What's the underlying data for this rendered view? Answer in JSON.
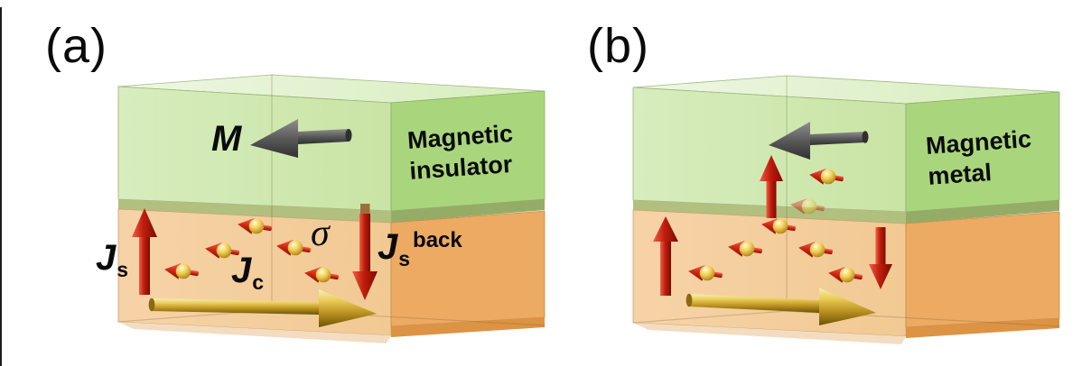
{
  "figure": {
    "kind": "spin-charge-conversion schematic, two 3D bilayer boxes"
  },
  "panel_a": {
    "label": "(a)",
    "top_layer_name": "Magnetic\ninsulator",
    "labels": {
      "magnetization": "M",
      "spin_polarization": "σ",
      "spin_current": {
        "main": "J",
        "sub": "s"
      },
      "charge_current": {
        "main": "J",
        "sub": "c"
      },
      "spin_backflow": {
        "main": "J",
        "sub": "s",
        "sup": "back"
      }
    }
  },
  "panel_b": {
    "label": "(b)",
    "top_layer_name": "Magnetic\nmetal"
  },
  "icons": {
    "magnetization-arrow-icon": "thick dark-gray 3D arrow pointing left",
    "spin-up-arrow-icon": "red 3D arrow pointing up",
    "spin-down-arrow-icon": "red 3D arrow pointing down",
    "charge-current-arrow-icon": "gold 3D arrow pointing right",
    "electron-spin-icon": "gold sphere with red left-pointing cone and stub"
  },
  "colors": {
    "magnet_layer_front": "#cfe8ad",
    "magnet_layer_side": "#a9d67d",
    "magnet_layer_top": "#e8f5da",
    "interface_strip": "#b1c07e",
    "metal_layer_front": "#f5d0a3",
    "metal_layer_side": "#ecaa62",
    "spin_arrow_red": "#c7210f",
    "charge_arrow_gold": "#c8a227",
    "electron_ball_gold": "#f3cf55",
    "magnetization_gray": "#4a4a4a",
    "text": "#0a0a0a",
    "background": "#ffffff"
  }
}
